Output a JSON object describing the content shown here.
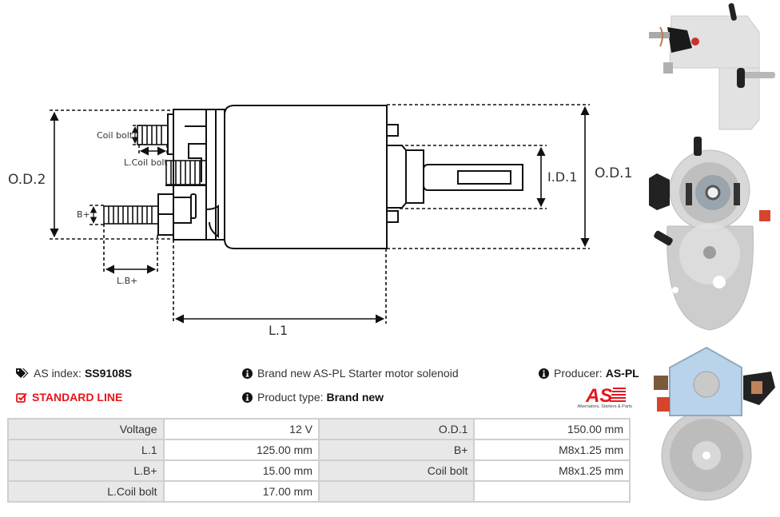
{
  "diagram": {
    "labels": {
      "od2": "O.D.2",
      "od1": "O.D.1",
      "id1": "I.D.1",
      "l1": "L.1",
      "lbplus": "L.B+",
      "bplus": "B+",
      "coil_bolt": "Coil bolt",
      "l_coil_bolt": "L.Coil bolt"
    }
  },
  "product": {
    "as_index_label": "AS index:",
    "as_index_value": "SS9108S",
    "line_label": "STANDARD LINE",
    "description": "Brand new AS-PL Starter motor solenoid",
    "product_type_label": "Product type:",
    "product_type_value": "Brand new",
    "producer_label": "Producer:",
    "producer_value": "AS-PL",
    "logo_text": "AS",
    "logo_tagline": "Alternators, Starters & Parts"
  },
  "specs": {
    "rows": [
      [
        {
          "k": "Voltage",
          "v": "12 V"
        },
        {
          "k": "O.D.1",
          "v": "150.00 mm"
        }
      ],
      [
        {
          "k": "L.1",
          "v": "125.00 mm"
        },
        {
          "k": "B+",
          "v": "M8x1.25 mm"
        }
      ],
      [
        {
          "k": "L.B+",
          "v": "15.00 mm"
        },
        {
          "k": "Coil bolt",
          "v": "M8x1.25 mm"
        }
      ],
      [
        {
          "k": "L.Coil bolt",
          "v": "17.00 mm"
        },
        {
          "k": "",
          "v": ""
        }
      ]
    ]
  },
  "colors": {
    "accent_red": "#e8141c",
    "table_key_bg": "#e8e8e8",
    "table_border": "#cfcfcf"
  },
  "icons": {
    "as_index": "tags-icon",
    "standard_line": "checkbox-checked-icon",
    "info": "info-circle-icon"
  }
}
